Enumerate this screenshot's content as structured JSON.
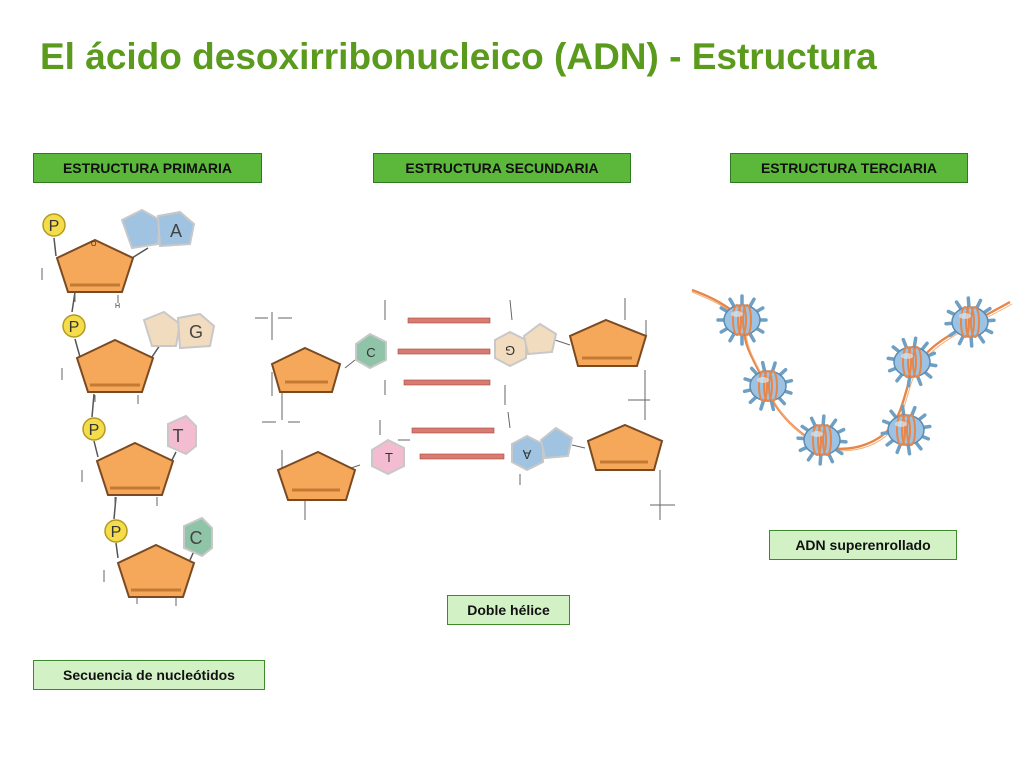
{
  "title": "El ácido desoxirribonucleico (ADN) - Estructura",
  "headers": {
    "primary": "ESTRUCTURA PRIMARIA",
    "secondary": "ESTRUCTURA SECUNDARIA",
    "tertiary": "ESTRUCTURA TERCIARIA"
  },
  "captions": {
    "primary": "Secuencia de nucleótidos",
    "secondary": "Doble hélice",
    "tertiary": "ADN superenrollado"
  },
  "primary": {
    "phosphate_label": "P",
    "bases": [
      "A",
      "G",
      "T",
      "C"
    ],
    "oxygen_label": "O",
    "hydrogen_label": "H"
  },
  "secondary": {
    "pairs": [
      {
        "left": "C",
        "right": "G"
      },
      {
        "left": "T",
        "right": "A"
      }
    ]
  },
  "colors": {
    "title": "#5a9a1d",
    "header_bg": "#5cb83a",
    "caption_bg": "#d2f2c6",
    "sugar": "#f5a85a",
    "base_A": "#9fc3e0",
    "base_G": "#f2dcc0",
    "base_T": "#f4bcd0",
    "base_C": "#8fc4a8",
    "phosphate": "#f5dc4a",
    "hydrogen_bond": "#d97b70"
  }
}
